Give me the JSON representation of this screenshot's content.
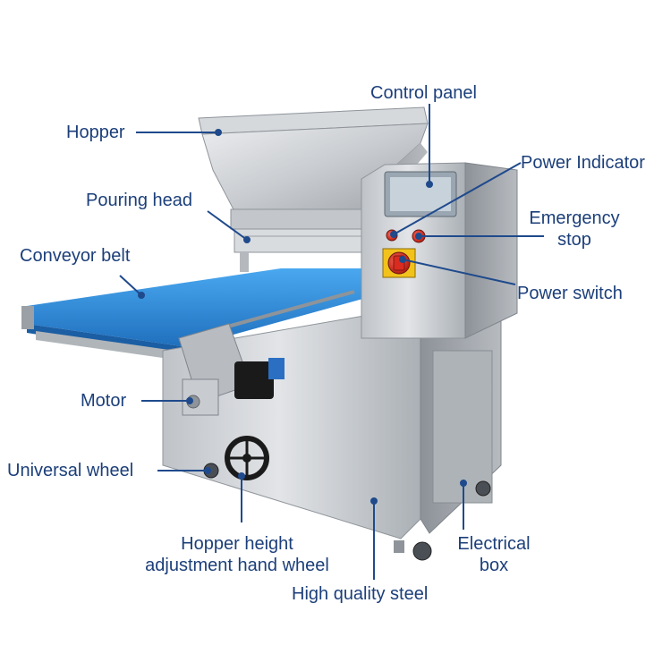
{
  "colors": {
    "label": "#1c3f7a",
    "leader": "#1f4a8c",
    "steel_light": "#e3e5e8",
    "steel_mid": "#b9bdc2",
    "steel_dark": "#7f858c",
    "belt_blue": "#2c8fe0",
    "belt_blue_dark": "#1f6fbd",
    "switch_red": "#d92b1f",
    "switch_yellow": "#f2c21b",
    "black": "#1a1a1a"
  },
  "labels": {
    "control_panel": "Control panel",
    "hopper": "Hopper",
    "power_indicator": "Power Indicator",
    "pouring_head": "Pouring head",
    "emergency_stop_line1": "Emergency",
    "emergency_stop_line2": "stop",
    "conveyor_belt": "Conveyor belt",
    "power_switch": "Power switch",
    "motor": "Motor",
    "universal_wheel": "Universal wheel",
    "hand_wheel_line1": "Hopper height",
    "hand_wheel_line2": "adjustment hand wheel",
    "electrical_box_line1": "Electrical",
    "electrical_box_line2": "box",
    "high_quality_steel": "High quality steel"
  }
}
